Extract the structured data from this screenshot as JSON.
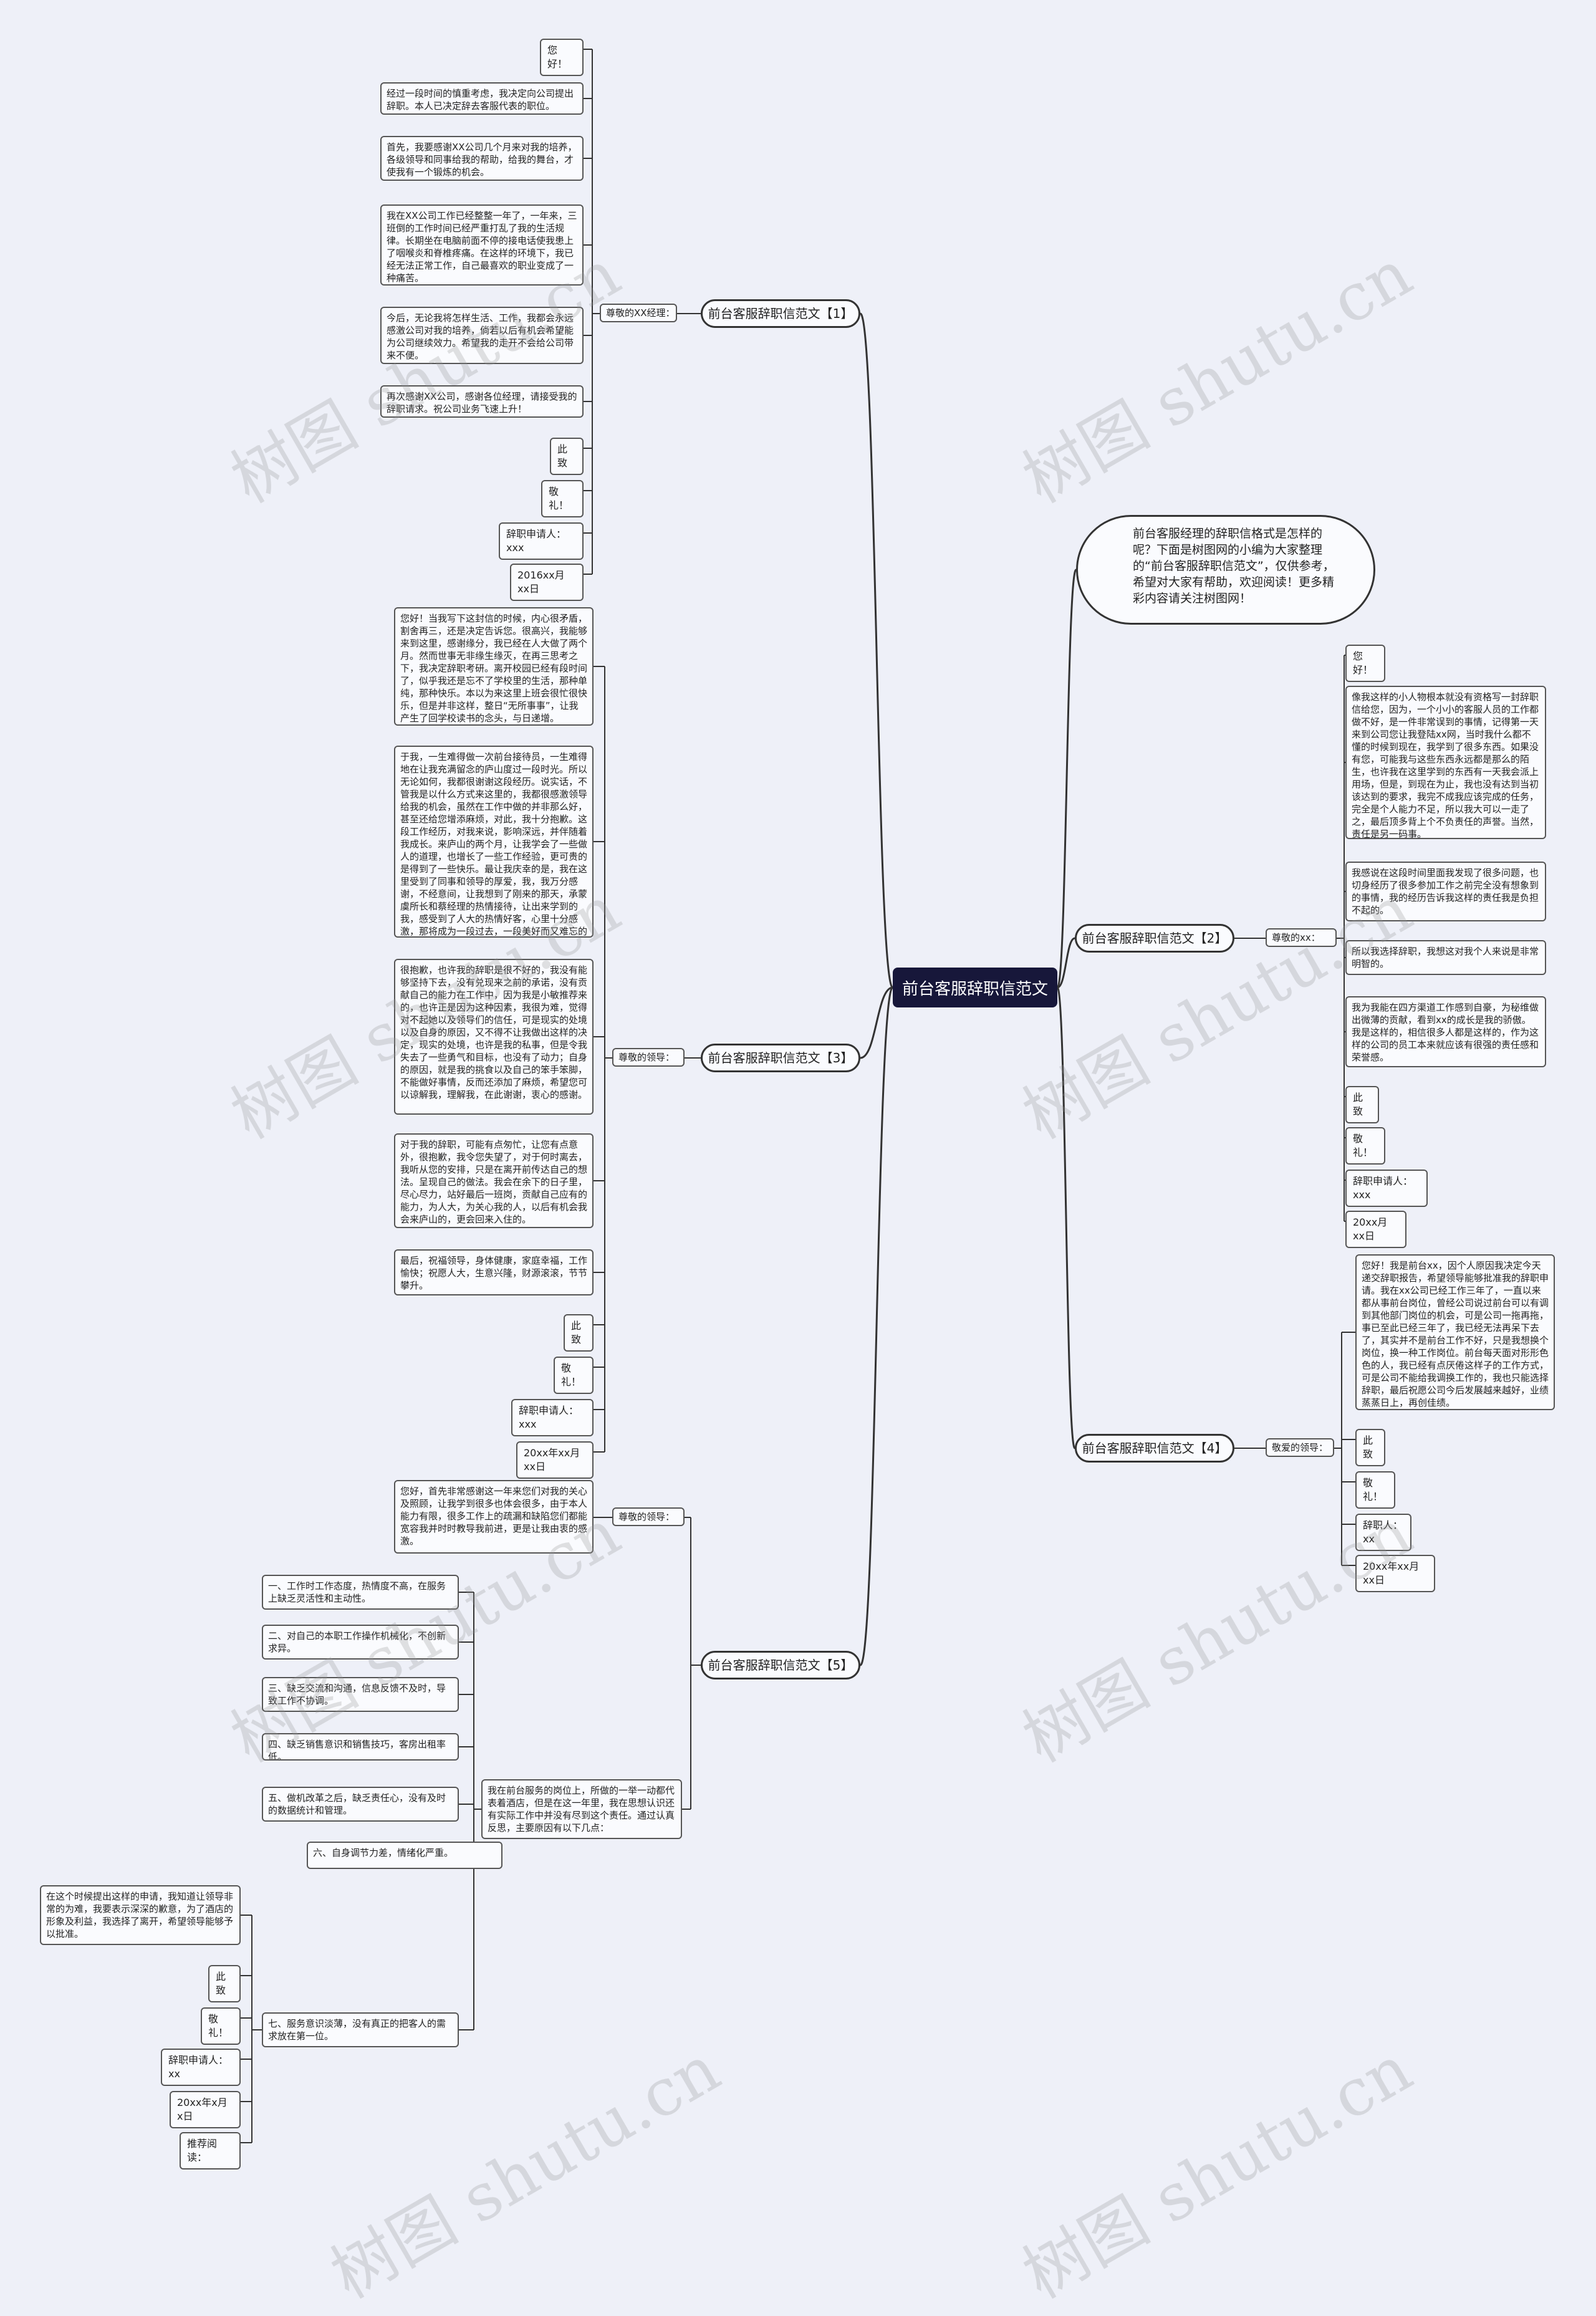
{
  "root": "前台客服辞职信范文",
  "intro": "前台客服经理的辞职信格式是怎样的呢？下面是树图网的小编为大家整理的“前台客服辞职信范文”，仅供参考，希望对大家有帮助，欢迎阅读！更多精彩内容请关注树图网！",
  "watermark": "树图 shutu.cn",
  "b1": {
    "title": "前台客服辞职信范文【1】",
    "label": "尊敬的XX经理：",
    "items": [
      "您好！",
      "经过一段时间的慎重考虑，我决定向公司提出辞职。本人已决定辞去客服代表的职位。",
      "首先，我要感谢XX公司几个月来对我的培养，各级领导和同事给我的帮助，给我的舞台，才使我有一个锻炼的机会。",
      "我在XX公司工作已经整整一年了，一年来，三班倒的工作时间已经严重打乱了我的生活规律。长期坐在电脑前面不停的接电话使我患上了咽喉炎和脊椎疼痛。在这样的环境下，我已经无法正常工作，自己最喜欢的职业变成了一种痛苦。",
      "今后，无论我将怎样生活、工作，我都会永远感激公司对我的培养，倘若以后有机会希望能为公司继续效力。希望我的走开不会给公司带来不便。",
      "再次感谢XX公司，感谢各位经理，请接受我的辞职请求。祝公司业务飞速上升！",
      "此致",
      "敬礼！",
      "辞职申请人：xxx",
      "2016xx月xx日"
    ]
  },
  "b2": {
    "title": "前台客服辞职信范文【2】",
    "label": "尊敬的xx：",
    "items": [
      "您好！",
      "像我这样的小人物根本就没有资格写一封辞职信给您，因为，一个小小的客服人员的工作都做不好，是一件非常误到的事情，记得第一天来到公司您让我登陆xx网，当时我什么都不懂的时候到现在，我学到了很多东西。如果没有您，可能我与这些东西永远都是那么的陌生，也许我在这里学到的东西有一天我会派上用场，但是，到现在为止，我也没有达到当初该达到的要求，我完不成我应该完成的任务，完全是个人能力不足，所以我大可以一走了之，最后顶多背上个不负责任的声誉。当然，责任是另一码事。",
      "我感说在这段时间里面我发现了很多问题，也切身经历了很多参加工作之前完全没有想象到的事情，我的经历告诉我这样的责任我是负担不起的。",
      "所以我选择辞职，我想这对我个人来说是非常明智的。",
      "我为我能在四方渠道工作感到自豪，为秘维做出微薄的贡献，看到xx的成长是我的骄傲。我是这样的，相信很多人都是这样的，作为这样的公司的员工本来就应该有很强的责任感和荣誉感。",
      "此致",
      "敬礼！",
      "辞职申请人：xxx",
      "20xx月xx日"
    ]
  },
  "b3": {
    "title": "前台客服辞职信范文【3】",
    "label": "尊敬的领导：",
    "items": [
      "您好！当我写下这封信的时候，内心很矛盾，割舍再三，还是决定告诉您。很高兴，我能够来到这里，感谢缘分，我已经在人大做了两个月。然而世事无非缘生缘灭，在再三思考之下，我决定辞职考研。离开校园已经有段时间了，似乎我还是忘不了学校里的生活，那种单纯，那种快乐。本以为来这里上班会很忙很快乐，但是并非这样，整日“无所事事”，让我产生了回学校读书的念头，与日递增。",
      "于我，一生难得做一次前台接待员，一生难得地在让我充满留念的庐山度过一段时光。所以无论如何，我都很谢谢这段经历。说实话，不管我是以什么方式来这里的，我都很感激领导给我的机会，虽然在工作中做的并非那么好，甚至还给您增添麻烦，对此，我十分抱歉。这段工作经历，对我来说，影响深远，并伴随着我成长。来庐山的两个月，让我学会了一些做人的道理，也增长了一些工作经验，更可贵的是得到了一些快乐。最让我庆幸的是，我在这里受到了同事和领导的厚爱，我，我万分感谢，不经意间，让我想到了刚来的那天，承蒙虞所长和蔡经理的热情接待，让出来学到的我，感受到了人大的热情好客，心里十分感激，那将成为一段过去，一段美好而又难忘的回忆。",
      "很抱歉，也许我的辞职是很不好的，我没有能够坚持下去，没有兑现来之前的承诺，没有贡献自己的能力在工作中，因为我是小敏推荐来的，也许正是因为这种因素，我很为难，觉得对不起她以及领导们的信任，可是现实的处境以及自身的原因，又不得不让我做出这样的决定，现实的处境，也许是我的私事，但是令我失去了一些勇气和目标，也没有了动力；自身的原因，就是我的挑食以及自己的笨手笨脚，不能做好事情，反而还添加了麻烦，希望您可以谅解我，理解我，在此谢谢，衷心的感谢。",
      "对于我的辞职，可能有点匆忙，让您有点意外，很抱歉，我令您失望了，对于何时离去，我听从您的安排，只是在离开前传达自己的想法。呈现自己的做法。我会在余下的日子里，尽心尽力，站好最后一班岗，贡献自己应有的能力，为人大，为关心我的人，以后有机会我会来庐山的，更会回来入住的。",
      "最后，祝福领导，身体健康，家庭幸福，工作愉快；祝愿人大，生意兴隆，财源滚滚，节节攀升。",
      "此致",
      "敬礼！",
      "辞职申请人：xxx",
      "20xx年xx月xx日"
    ]
  },
  "b4": {
    "title": "前台客服辞职信范文【4】",
    "label": "敬爱的领导：",
    "items": [
      "您好！我是前台xx，因个人原因我决定今天递交辞职报告，希望领导能够批准我的辞职申请。我在xx公司已经工作三年了，一直以来都从事前台岗位，曾经公司说过前台可以有调到其他部门岗位的机会，可是公司一拖再拖，事已至此已经三年了，我已经无法再呆下去了，其实并不是前台工作不好，只是我想换个岗位，换一种工作岗位。前台每天面对形形色色的人，我已经有点厌倦这样子的工作方式，可是公司不能给我调换工作的，我也只能选择辞职，最后祝愿公司今后发展越来越好，业绩蒸蒸日上，再创佳绩。",
      "此致",
      "敬礼！",
      "辞职人：xx",
      "20xx年xx月xx日"
    ]
  },
  "b5": {
    "title": "前台客服辞职信范文【5】",
    "label": "尊敬的领导：",
    "first": "您好，首先非常感谢这一年来您们对我的关心及照顾，让我学到很多也体会很多，由于本人能力有限，很多工作上的疏漏和缺陷您们都能宽容我并时时教导我前进，更是让我由衷的感激。",
    "reasons_intro": "我在前台服务的岗位上，所做的一举一动都代表着酒店，但是在这一年里，我在思想认识还有实际工作中并没有尽到这个责任。通过认真反思，主要原因有以下几点：",
    "reasons": [
      "一、工作时工作态度，热情度不高，在服务上缺乏灵活性和主动性。",
      "二、对自己的本职工作操作机械化，不创新求异。",
      "三、缺乏交流和沟通，信息反馈不及时，导致工作不协调。",
      "四、缺乏销售意识和销售技巧，客房出租率低。",
      "五、做机改革之后，缺乏责任心，没有及时的数据统计和管理。",
      "六、自身调节力差，情绪化严重。",
      "七、服务意识淡薄，没有真正的把客人的需求放在第一位。"
    ],
    "seventh_items": [
      "在这个时候提出这样的申请，我知道让领导非常的为难，我要表示深深的歉意，为了酒店的形象及利益，我选择了离开，希望领导能够予以批准。",
      "此致",
      "敬礼！",
      "辞职申请人：xx",
      "20xx年x月x日",
      "推荐阅读："
    ]
  }
}
